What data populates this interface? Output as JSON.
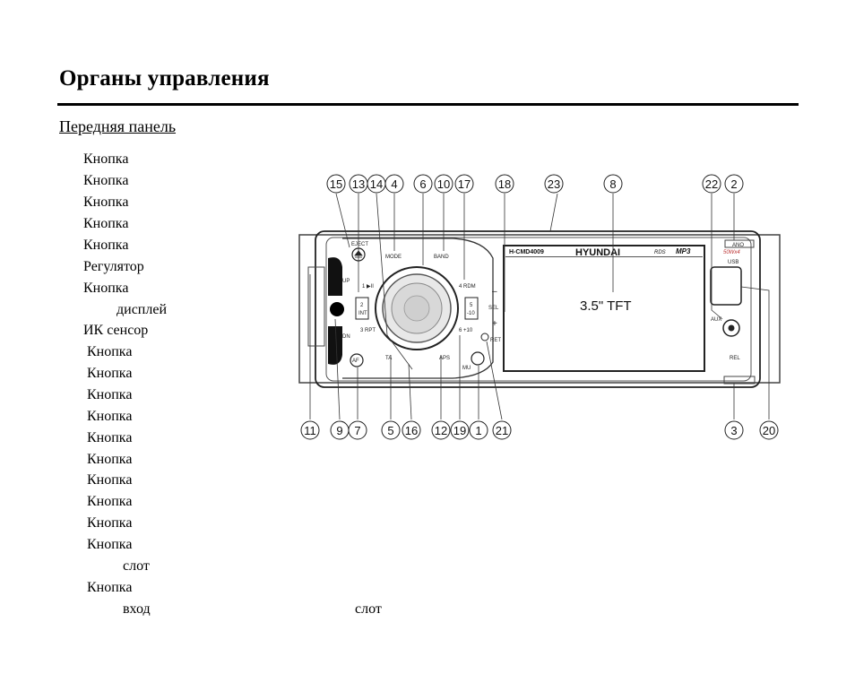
{
  "page": {
    "title": "Органы управления",
    "subtitle": "Передняя панель"
  },
  "items": [
    "Кнопка",
    "Кнопка",
    "Кнопка",
    "Кнопка",
    "Кнопка",
    "Регулятор",
    "Кнопка",
    "дисплей",
    "ИК сенсор",
    "Кнопка",
    "Кнопка",
    "Кнопка",
    "Кнопка",
    "Кнопка",
    "Кнопка",
    "Кнопка",
    "Кнопка",
    "Кнопка",
    "Кнопка",
    "слот",
    "Кнопка",
    "вход"
  ],
  "extra_text": "слот",
  "diagram": {
    "top_callouts": [
      "15",
      "13",
      "14",
      "4",
      "6",
      "10",
      "17",
      "18",
      "23",
      "8",
      "22",
      "2"
    ],
    "bottom_callouts": [
      "11",
      "9",
      "7",
      "5",
      "16",
      "12",
      "19",
      "1",
      "21",
      "3",
      "20"
    ],
    "panel_labels": {
      "eject": "EJECT",
      "mode": "MODE",
      "band": "BAND",
      "model": "H-CMD4009",
      "brand": "HYUNDAI",
      "rds": "RDS",
      "mp3": "MP3",
      "power": "50Wx4",
      "ano": "ANO",
      "usb": "USB",
      "aux": "AUX",
      "rel": "REL",
      "up": "UP",
      "dn": "DN",
      "play": "1 ▶II",
      "int_num": "2",
      "int": "INT",
      "rpt": "3 RPT",
      "rdm": "4 RDM",
      "minus10_num": "5",
      "minus10": "-10",
      "plus10": "6 +10",
      "sel": "SEL",
      "ret": "RET",
      "ta": "TA",
      "aps": "APS",
      "mu": "MU",
      "af": "AF",
      "screen": "3.5\" TFT",
      "minus": "–",
      "plus": "+"
    }
  }
}
